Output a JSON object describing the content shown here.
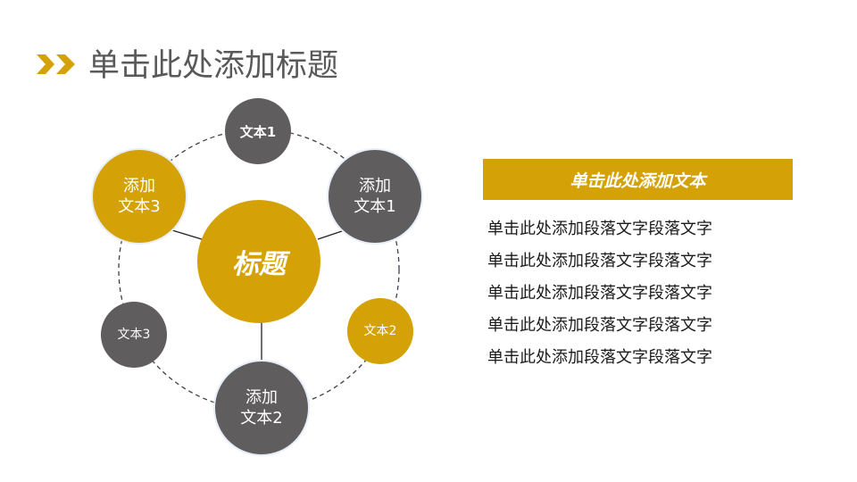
{
  "title": {
    "icon": "double-chevron-right-icon",
    "text": "单击此处添加标题"
  },
  "colors": {
    "accent_gold": "#d4a106",
    "node_gray": "#5f5d5d",
    "title_gray": "#5a5959",
    "body_text": "#1a1a1a"
  },
  "diagram": {
    "center": {
      "label": "标题"
    },
    "nodes": [
      {
        "id": "top",
        "label": "文本1"
      },
      {
        "id": "upper-right",
        "label": "添加\n文本1"
      },
      {
        "id": "lower-right",
        "label": "文本2"
      },
      {
        "id": "bottom",
        "label": "添加\n文本2"
      },
      {
        "id": "lower-left",
        "label": "文本3"
      },
      {
        "id": "upper-left",
        "label": "添加\n文本3"
      }
    ]
  },
  "text_panel": {
    "header": "单击此处添加文本",
    "lines": [
      "单击此处添加段落文字段落文字",
      "单击此处添加段落文字段落文字",
      "单击此处添加段落文字段落文字",
      "单击此处添加段落文字段落文字",
      "单击此处添加段落文字段落文字"
    ]
  }
}
